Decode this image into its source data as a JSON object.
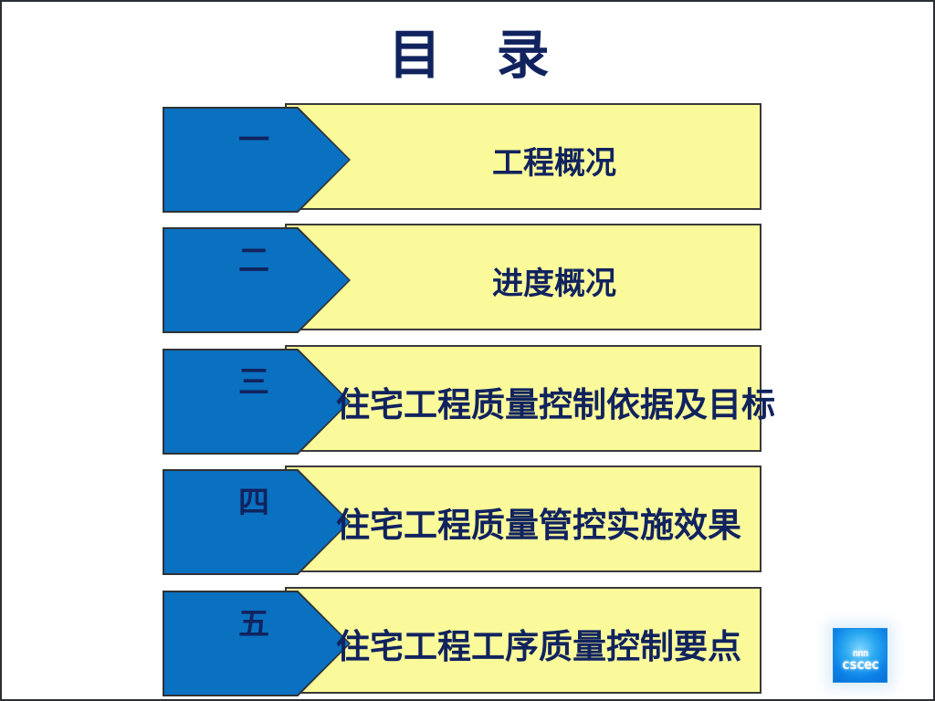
{
  "slide": {
    "title": "目　录",
    "background_color": "#ffffff",
    "border_color": "#2b2f33",
    "accent_blue": "#0a70c0",
    "accent_yellow": "#fbfa9b",
    "text_navy": "#11235e"
  },
  "toc": {
    "items": [
      {
        "index": "一",
        "label": "工程概况",
        "style": "center"
      },
      {
        "index": "二",
        "label": "进度概况",
        "style": "center"
      },
      {
        "index": "三",
        "label": "住宅工程质量控制依据及目标",
        "style": "wide"
      },
      {
        "index": "四",
        "label": "住宅工程质量管控实施效果",
        "style": "wide"
      },
      {
        "index": "五",
        "label": "住宅工程工序质量控制要点",
        "style": "wide"
      }
    ]
  },
  "logo": {
    "name": "cscec-logo",
    "top_text": "nnn",
    "mark_text": "cscec"
  }
}
